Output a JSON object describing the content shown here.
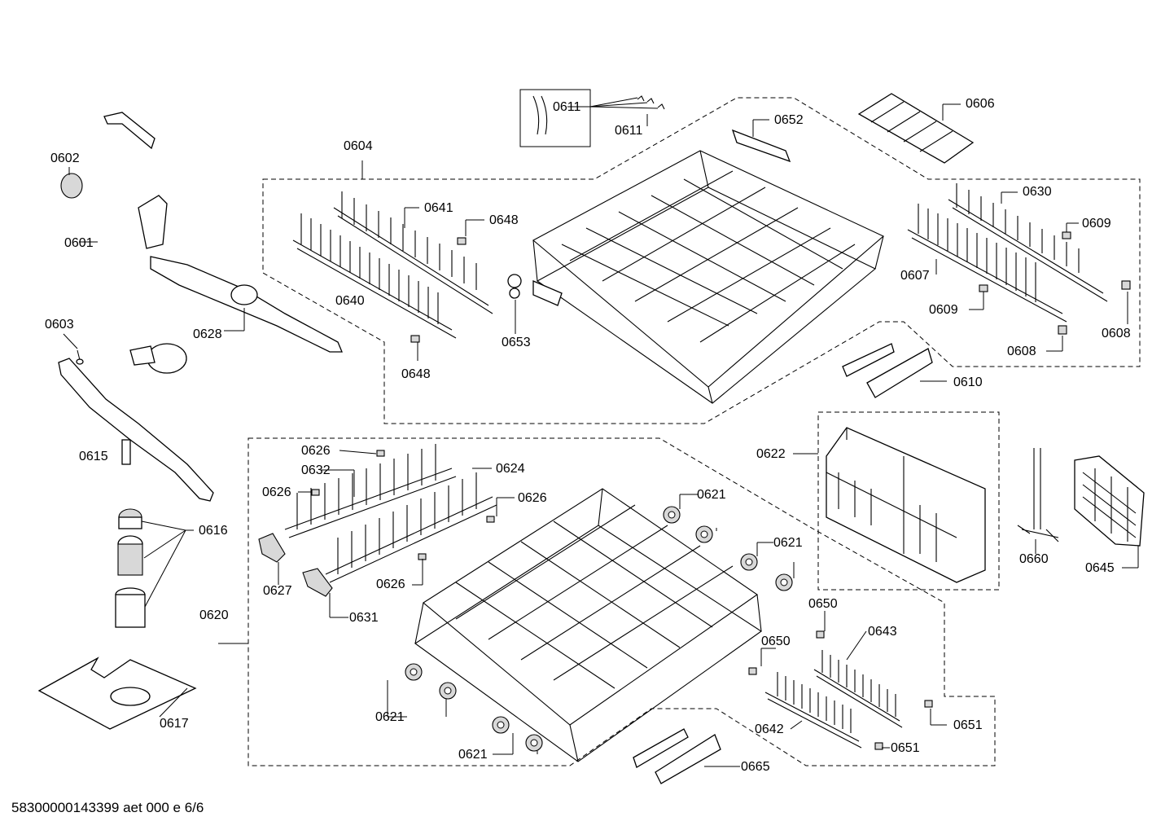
{
  "document": {
    "id": "58300000143399 aet 000 e 6/6"
  },
  "callouts": {
    "c0601": "0601",
    "c0602": "0602",
    "c0603": "0603",
    "c0604": "0604",
    "c0606": "0606",
    "c0607": "0607",
    "c0608a": "0608",
    "c0608b": "0608",
    "c0609a": "0609",
    "c0609b": "0609",
    "c0610": "0610",
    "c0611a": "0611",
    "c0611b": "0611",
    "c0615": "0615",
    "c0616": "0616",
    "c0617": "0617",
    "c0620": "0620",
    "c0621a": "0621",
    "c0621b": "0621",
    "c0621c": "0621",
    "c0621d": "0621",
    "c0622": "0622",
    "c0624": "0624",
    "c0626a": "0626",
    "c0626b": "0626",
    "c0626c": "0626",
    "c0626d": "0626",
    "c0627": "0627",
    "c0628": "0628",
    "c0630": "0630",
    "c0631": "0631",
    "c0632": "0632",
    "c0640": "0640",
    "c0641": "0641",
    "c0642": "0642",
    "c0643": "0643",
    "c0645": "0645",
    "c0648a": "0648",
    "c0648b": "0648",
    "c0650a": "0650",
    "c0650b": "0650",
    "c0651a": "0651",
    "c0651b": "0651",
    "c0652": "0652",
    "c0653": "0653",
    "c0660": "0660",
    "c0665": "0665"
  }
}
